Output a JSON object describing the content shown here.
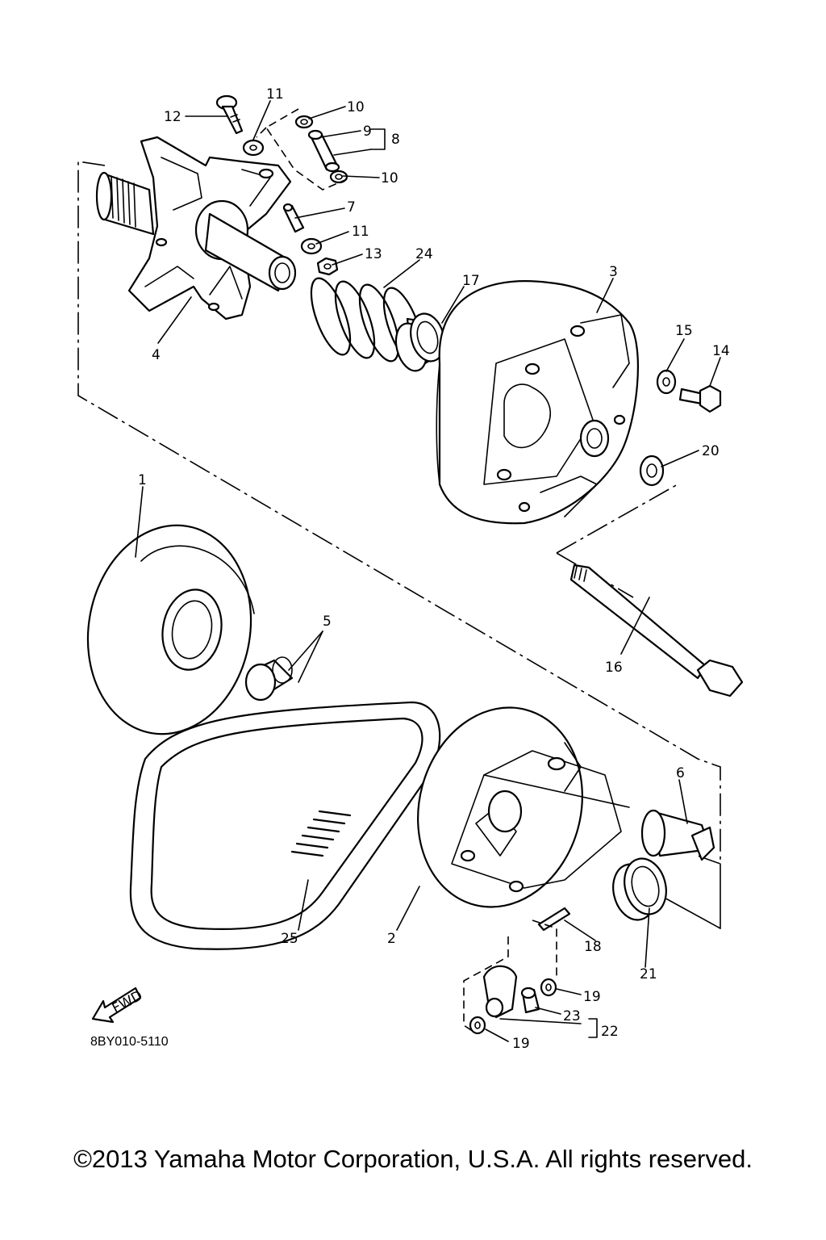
{
  "diagram": {
    "labels": {
      "p1": "1",
      "p2": "2",
      "p3": "3",
      "p4": "4",
      "p5": "5",
      "p6": "6",
      "p7": "7",
      "p8": "8",
      "p9": "9",
      "p10a": "10",
      "p10b": "10",
      "p11a": "11",
      "p11b": "11",
      "p12": "12",
      "p13": "13",
      "p14": "14",
      "p15": "15",
      "p16": "16",
      "p17": "17",
      "p18": "18",
      "p19a": "19",
      "p19b": "19",
      "p20": "20",
      "p21": "21",
      "p22": "22",
      "p23": "23",
      "p24": "24",
      "p25": "25"
    },
    "fwd_label": "FWD",
    "drawing_code": "8BY010-5110"
  },
  "footer": {
    "copyright": "©2013 Yamaha Motor Corporation, U.S.A. All rights reserved."
  }
}
